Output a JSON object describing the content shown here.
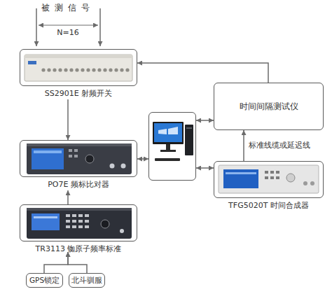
{
  "diagram": {
    "nodes": [
      {
        "text": [
          "SS2901E 射频开关"
        ]
      },
      {
        "text": [
          "时间间隔测试仪"
        ]
      },
      {
        "text": []
      },
      {
        "text": [
          "PO7E 频标比对器"
        ]
      },
      {
        "text": [
          "TFG5020T 时间合成器"
        ]
      },
      {
        "text": [
          "TR3113 铷原子频率标准"
        ]
      },
      {
        "text": [
          "GPS锁定"
        ]
      },
      {
        "text": [
          "北斗驯服"
        ]
      }
    ],
    "edges": [
      {
        "from": 1,
        "to": 0,
        "arrow": "to"
      },
      {
        "from": 0,
        "to": 3,
        "arrow": "to"
      },
      {
        "from": 3,
        "to": 2,
        "arrow": "both"
      },
      {
        "from": 2,
        "to": 1,
        "arrow": "both"
      },
      {
        "from": 2,
        "to": 4,
        "arrow": "both"
      },
      {
        "from": 4,
        "to": 1,
        "label": "标准线缆或延迟线",
        "arrow": "to"
      },
      {
        "from": 5,
        "to": 3,
        "arrow": "to"
      },
      {
        "from": 6,
        "to": 5,
        "arrow": "to"
      },
      {
        "from": 7,
        "to": 5,
        "arrow": "to"
      }
    ],
    "labels": [
      "被测信号",
      "N=16"
    ]
  }
}
